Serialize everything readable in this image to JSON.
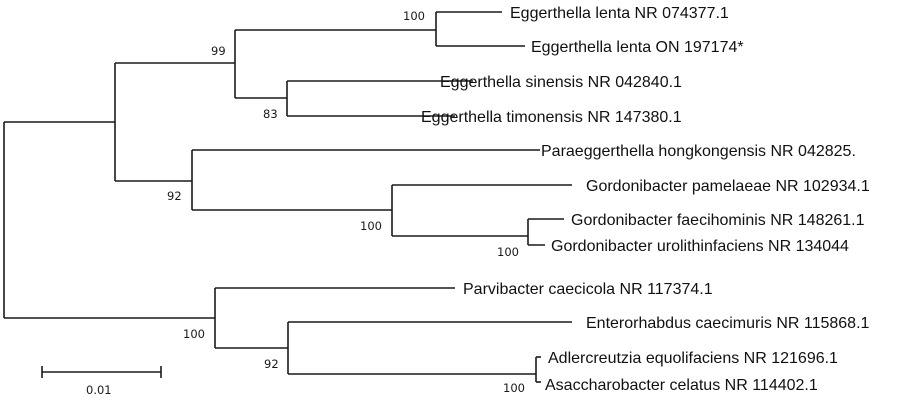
{
  "figure": {
    "type": "phylogenetic_tree",
    "line_color": "#1a1a1a",
    "text_color": "#111111"
  },
  "taxa": [
    {
      "label": "Eggerthella lenta NR 074377.1"
    },
    {
      "label": "Eggerthella lenta ON 197174*"
    },
    {
      "label": "Eggerthella sinensis NR 042840.1"
    },
    {
      "label": "Eggerthella timonensis NR 147380.1"
    },
    {
      "label": "Paraeggerthella hongkongensis NR 042825."
    },
    {
      "label": "Gordonibacter pamelaeae NR 102934.1"
    },
    {
      "label": "Gordonibacter faecihominis NR 148261.1"
    },
    {
      "label": "Gordonibacter urolithinfaciens NR 134044"
    },
    {
      "label": "Parvibacter caecicola NR 117374.1"
    },
    {
      "label": "Enterorhabdus caecimuris NR 115868.1"
    },
    {
      "label": "Adlercreutzia equolifaciens NR 121696.1"
    },
    {
      "label": "Asaccharobacter celatus NR 114402.1"
    }
  ],
  "support_values": {
    "eggerthella_lenta_clade": "100",
    "eggerthella_clade": "99",
    "sinensis_timonensis": "83",
    "paraeggerthella_gordonibacter": "92",
    "gordonibacter_clade": "100",
    "faecihominis_urolithinfaciens": "100",
    "lower_clade": "100",
    "enterorhabdus_adlercreutzia": "92",
    "adlercreutzia_asaccharobacter": "100"
  },
  "scale_bar": {
    "label": "0.01"
  }
}
